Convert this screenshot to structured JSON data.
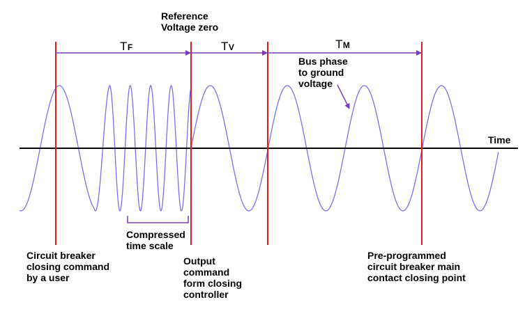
{
  "colors": {
    "background": "#ffffff",
    "waveform": "#7b6ff0",
    "event_line": "#e02020",
    "interval_arrow": "#7a3bb8",
    "axis": "#000000",
    "text": "#000000"
  },
  "axis": {
    "label": "Time"
  },
  "events": [
    {
      "id": "user-command",
      "label": "Circuit breaker\nclosing command\nby a user"
    },
    {
      "id": "controller-output",
      "label": "Output\ncommand\nform closing\ncontroller"
    },
    {
      "id": "reference-zero",
      "label": "Reference\nVoltage zero"
    },
    {
      "id": "contact-closing",
      "label": "Pre-programmed\ncircuit breaker main\ncontact closing point"
    }
  ],
  "intervals": [
    {
      "id": "tf",
      "main": "T",
      "sub": "F"
    },
    {
      "id": "tv",
      "main": "T",
      "sub": "V"
    },
    {
      "id": "tm",
      "main": "T",
      "sub": "M"
    }
  ],
  "annotations": {
    "bus_voltage": "Bus phase\nto ground\nvoltage",
    "compressed": "Compressed\ntime scale"
  }
}
